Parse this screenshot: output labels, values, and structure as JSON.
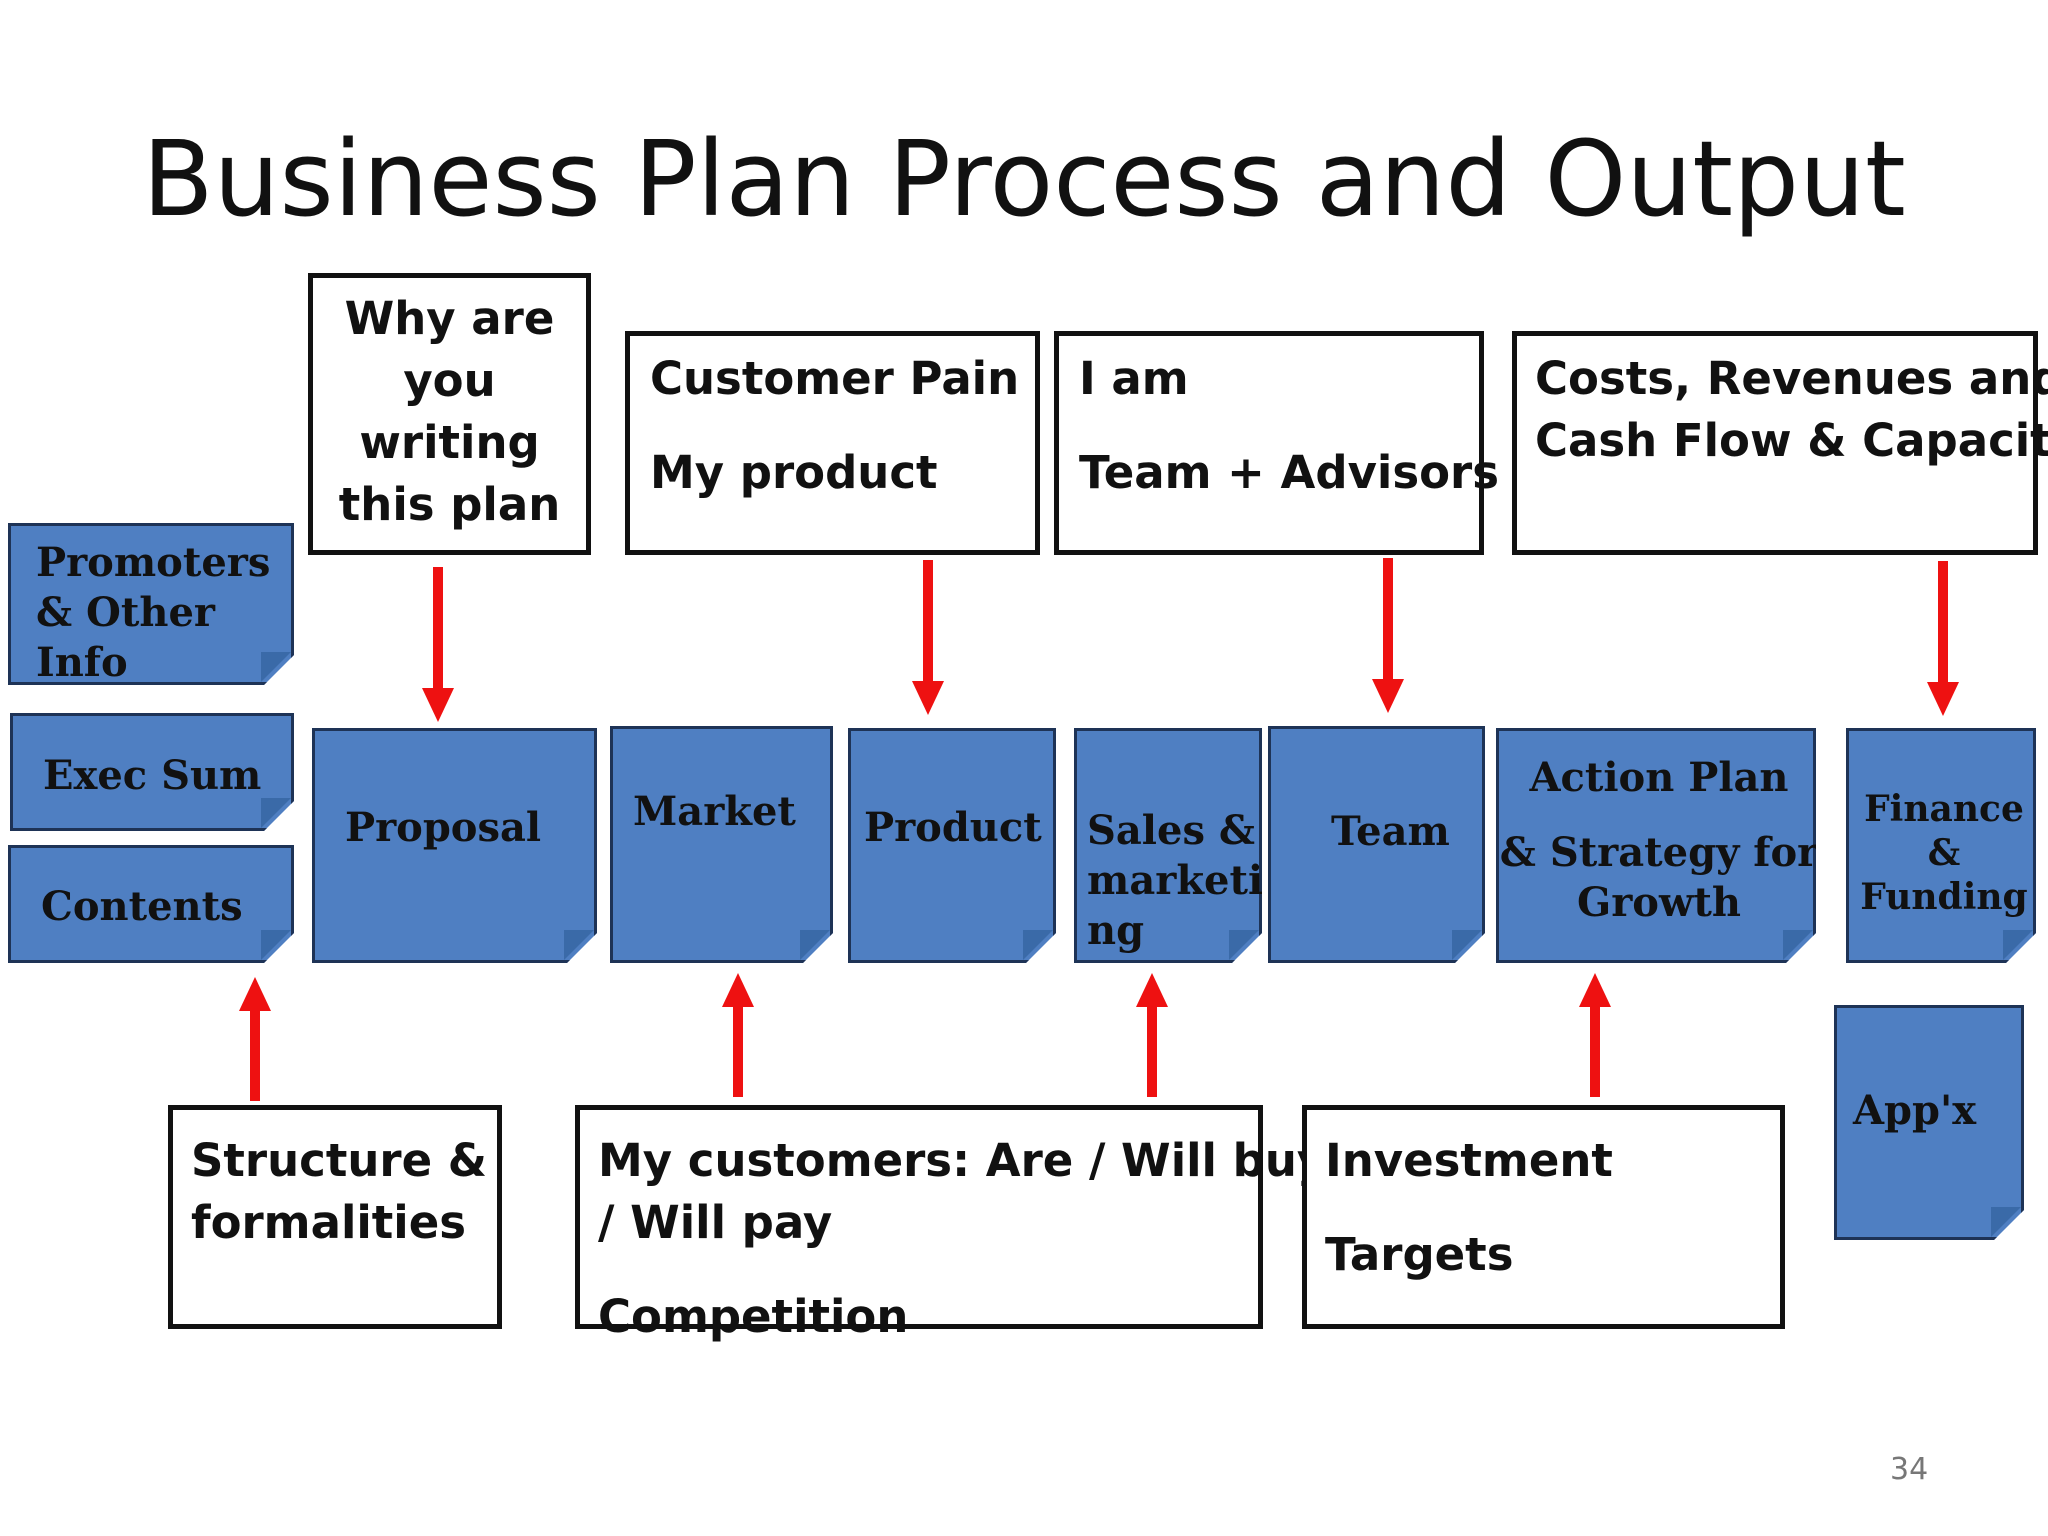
{
  "title": "Business Plan Process and Output",
  "page_number": "34",
  "colors": {
    "note_fill": "#4f7fc2",
    "arrow": "#ee1111",
    "border": "#111111"
  },
  "top_boxes": {
    "why": [
      "Why are",
      "you",
      "writing",
      "this plan"
    ],
    "customer": [
      "Customer Pain",
      "My product"
    ],
    "iam": [
      "I am",
      "Team + Advisors"
    ],
    "costs": [
      "Costs, Revenues and",
      "Cash Flow & Capacity"
    ]
  },
  "bottom_boxes": {
    "structure": [
      "Structure &",
      "formalities"
    ],
    "customers": [
      "My customers: Are / Will buy",
      "/ Will pay",
      "Competition"
    ],
    "investment": [
      "Investment",
      "Targets"
    ]
  },
  "notes": {
    "promoters": [
      "Promoters",
      "& Other",
      "Info"
    ],
    "exec_sum": "Exec Sum",
    "contents": "Contents",
    "proposal": "Proposal",
    "market": "Market",
    "product": "Product",
    "sales": [
      "Sales &",
      "marketi",
      "ng"
    ],
    "team": "Team",
    "action": [
      "Action Plan",
      "& Strategy for",
      "Growth"
    ],
    "finance": [
      "Finance",
      "&",
      "Funding"
    ],
    "appx": "App'x"
  }
}
